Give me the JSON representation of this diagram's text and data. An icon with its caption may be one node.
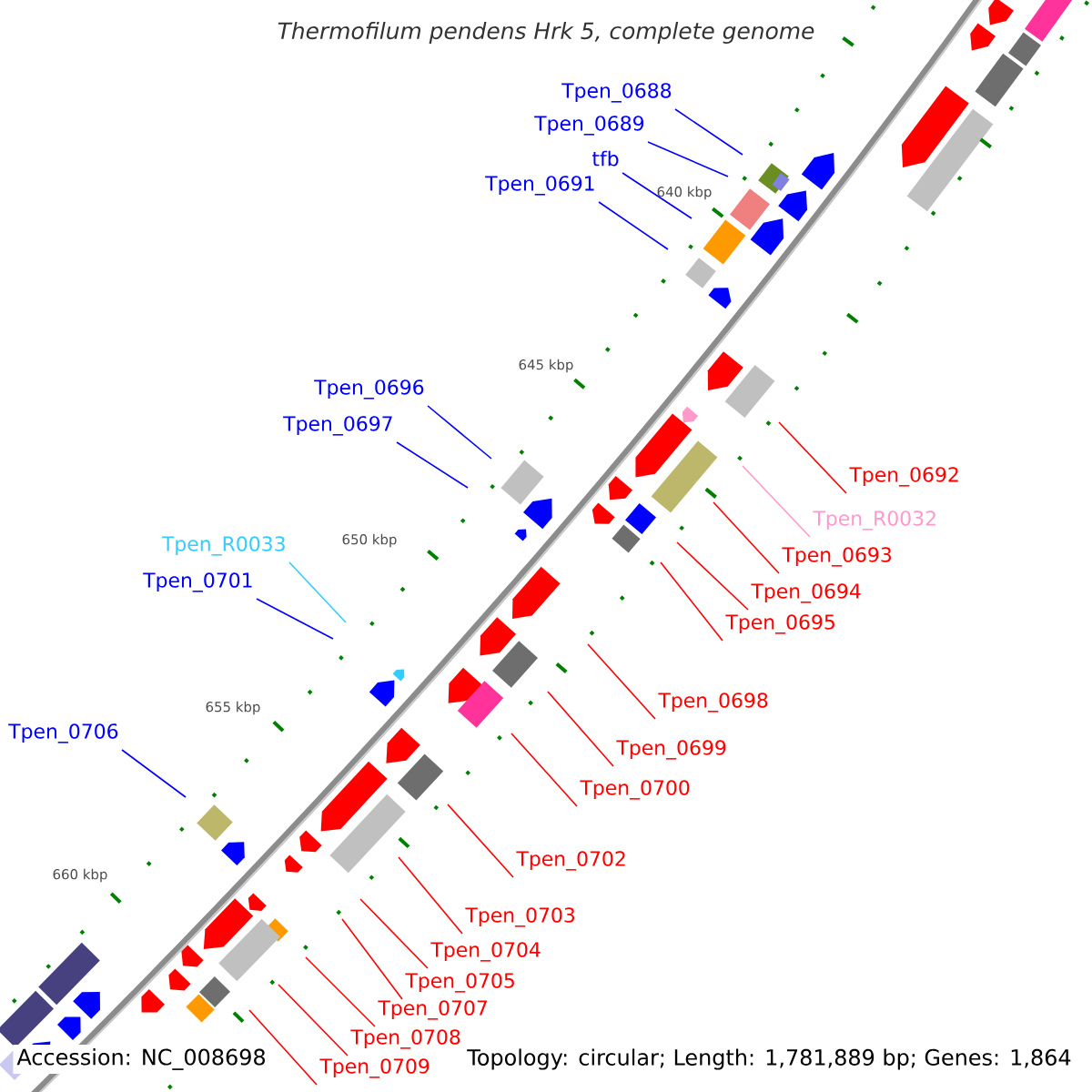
{
  "diagram": {
    "title": "Thermofilum pendens Hrk 5, complete genome",
    "nodes": [
      {
        "text": [
          "Tpen_0688"
        ]
      },
      {
        "text": [
          "Tpen_0689"
        ]
      },
      {
        "text": [
          "tfb"
        ]
      },
      {
        "text": [
          "Tpen_0691"
        ]
      },
      {
        "text": [
          "Tpen_0696"
        ]
      },
      {
        "text": [
          "Tpen_0697"
        ]
      },
      {
        "text": [
          "Tpen_R0033"
        ]
      },
      {
        "text": [
          "Tpen_0701"
        ]
      },
      {
        "text": [
          "Tpen_0706"
        ]
      },
      {
        "text": [
          "Tpen_0692"
        ]
      },
      {
        "text": [
          "Tpen_R0032"
        ]
      },
      {
        "text": [
          "Tpen_0693"
        ]
      },
      {
        "text": [
          "Tpen_0694"
        ]
      },
      {
        "text": [
          "Tpen_0695"
        ]
      },
      {
        "text": [
          "Tpen_0698"
        ]
      },
      {
        "text": [
          "Tpen_0699"
        ]
      },
      {
        "text": [
          "Tpen_0700"
        ]
      },
      {
        "text": [
          "Tpen_0702"
        ]
      },
      {
        "text": [
          "Tpen_0703"
        ]
      },
      {
        "text": [
          "Tpen_0704"
        ]
      },
      {
        "text": [
          "Tpen_0705"
        ]
      },
      {
        "text": [
          "Tpen_0707"
        ]
      },
      {
        "text": [
          "Tpen_0708"
        ]
      },
      {
        "text": [
          "Tpen_0709"
        ]
      }
    ],
    "edges": [
      {
        "from": 0,
        "to": null,
        "arrow": "none",
        "color": "#0000ff"
      },
      {
        "from": 1,
        "to": null,
        "arrow": "none",
        "color": "#0000ff"
      },
      {
        "from": 2,
        "to": null,
        "arrow": "none",
        "color": "#0000ff"
      },
      {
        "from": 3,
        "to": null,
        "arrow": "none",
        "color": "#0000ff"
      },
      {
        "from": 4,
        "to": null,
        "arrow": "none",
        "color": "#0000ff"
      },
      {
        "from": 5,
        "to": null,
        "arrow": "none",
        "color": "#0000ff"
      },
      {
        "from": 6,
        "to": null,
        "arrow": "none",
        "color": "#33ccff"
      },
      {
        "from": 7,
        "to": null,
        "arrow": "none",
        "color": "#0000ff"
      },
      {
        "from": 8,
        "to": null,
        "arrow": "none",
        "color": "#0000ff"
      },
      {
        "from": 9,
        "to": null,
        "arrow": "none"
      },
      {
        "from": 10,
        "to": null,
        "arrow": "none",
        "color": "#ff99cc"
      },
      {
        "from": 11,
        "to": null,
        "arrow": "none"
      },
      {
        "from": 12,
        "to": null,
        "arrow": "none"
      },
      {
        "from": 13,
        "to": null,
        "arrow": "none"
      },
      {
        "from": 14,
        "to": null,
        "arrow": "none"
      },
      {
        "from": 15,
        "to": null,
        "arrow": "none"
      },
      {
        "from": 16,
        "to": null,
        "arrow": "none"
      },
      {
        "from": 17,
        "to": null,
        "arrow": "none"
      },
      {
        "from": 18,
        "to": null,
        "arrow": "none"
      },
      {
        "from": 19,
        "to": null,
        "arrow": "none"
      },
      {
        "from": 20,
        "to": null,
        "arrow": "none"
      },
      {
        "from": 21,
        "to": null,
        "arrow": "none"
      },
      {
        "from": 22,
        "to": null,
        "arrow": "none"
      },
      {
        "from": 23,
        "to": null,
        "arrow": "none"
      }
    ],
    "labels": [
      "640 kbp",
      "645 kbp",
      "650 kbp",
      "655 kbp",
      "660 kbp",
      "Accession: NC_008698",
      "Topology: circular; Length: 1,781,889 bp; Genes: 1,864"
    ]
  }
}
